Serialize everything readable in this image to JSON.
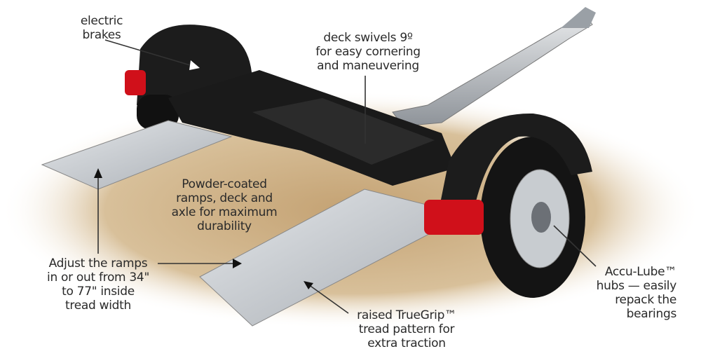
{
  "labels": {
    "electric_brakes": "electric\nbrakes",
    "deck_swivels": "deck swivels 9º\nfor easy cornering\nand maneuvering",
    "powder_coated": "Powder-coated\nramps, deck and\naxle for maximum\ndurability",
    "adjust_ramps": "Adjust the ramps\nin or out from 34\"\nto 77\" inside\ntread width",
    "truegrip": "raised TrueGrip™\ntread pattern for\nextra traction",
    "accu_lube": "Accu-Lube™\nhubs — easily\nrepack the\nbearings"
  },
  "colors": {
    "frame": "#1c1c1c",
    "ramp": "#c9cdd2",
    "light": "#d0101a",
    "ground": "#c9a97a",
    "tongue": "#b8bcc2"
  }
}
